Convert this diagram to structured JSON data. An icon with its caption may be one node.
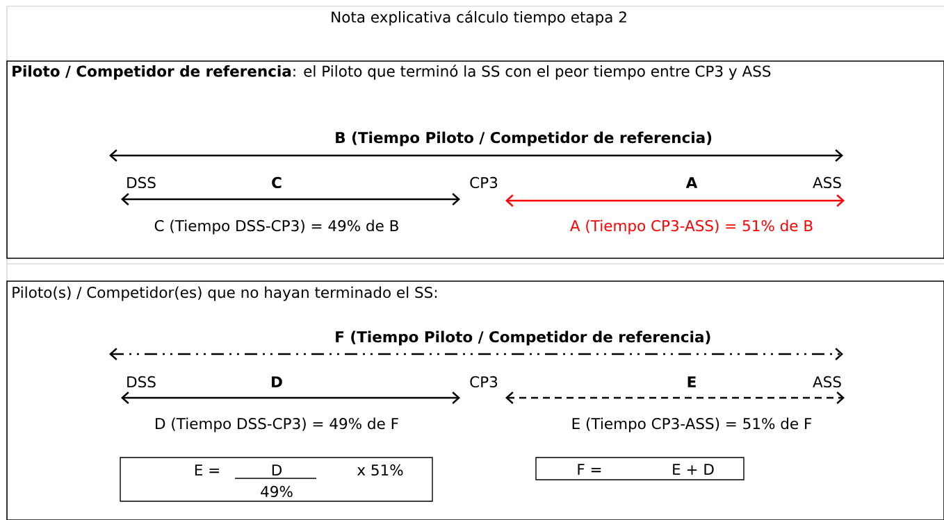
{
  "diagram": {
    "title": "Nota explicativa cálculo tiempo etapa 2",
    "nodes": [
      {
        "text": [
          "**Piloto / Competidor de referencia**: el Piloto que terminó la SS con el peor tiempo entre CP3 y ASS"
        ]
      },
      {
        "text": [
          "Piloto(s) / Competidor(es) que no hayan terminado el SS:"
        ]
      },
      {
        "text": [
          "E =",
          "D",
          "49%",
          "x 51%"
        ],
        "in": 1
      },
      {
        "text": [
          "F =",
          "E + D"
        ],
        "in": 1
      }
    ],
    "labels": [
      "B (Tiempo Piloto / Competidor de referencia)",
      "DSS",
      "C",
      "CP3",
      "A",
      "ASS",
      "C (Tiempo DSS-CP3) = 49% de B",
      "A (Tiempo CP3-ASS) = 51% de B",
      "F (Tiempo Piloto / Competidor de referencia)",
      "DSS",
      "D",
      "CP3",
      "E",
      "ASS",
      "D (Tiempo DSS-CP3) = 49% de F",
      "E (Tiempo CP3-ASS) = 51% de F"
    ]
  }
}
